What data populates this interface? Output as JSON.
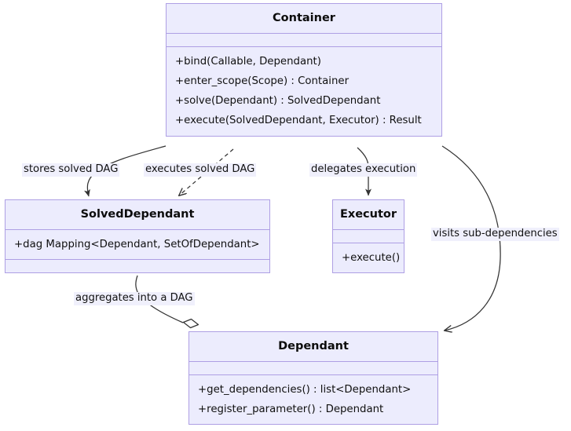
{
  "diagram": {
    "kind": "uml-class-diagram",
    "colors": {
      "node_fill": "#ececfd",
      "node_border": "#ae9fe4",
      "edge_stroke": "#333333",
      "label_background": "#f0f0fc",
      "text": "#111111",
      "page_background": "#ffffff"
    },
    "classes": [
      {
        "id": "container",
        "name": "Container",
        "attributes": [],
        "methods": [
          "+bind(Callable, Dependant)",
          "+enter_scope(Scope) : Container",
          "+solve(Dependant) : SolvedDependant",
          "+execute(SolvedDependant, Executor) : Result"
        ]
      },
      {
        "id": "solveddependant",
        "name": "SolvedDependant",
        "attributes": [
          "+dag Mapping<Dependant, SetOfDependant>"
        ],
        "methods": []
      },
      {
        "id": "executor",
        "name": "Executor",
        "attributes": [],
        "methods": [
          "+execute()"
        ]
      },
      {
        "id": "dependant",
        "name": "Dependant",
        "attributes": [],
        "methods": [
          "+get_dependencies() : list<Dependant>",
          "+register_parameter() : Dependant"
        ]
      }
    ],
    "edges": [
      {
        "id": "stores-solved-dag",
        "from": "container",
        "to": "solveddependant",
        "label": "stores solved DAG",
        "style": "solid",
        "arrow": "filled"
      },
      {
        "id": "executes-solved-dag",
        "from": "container",
        "to": "solveddependant",
        "label": "executes solved DAG",
        "style": "dashed",
        "arrow": "open"
      },
      {
        "id": "delegates-execution",
        "from": "container",
        "to": "executor",
        "label": "delegates execution",
        "style": "solid",
        "arrow": "filled"
      },
      {
        "id": "visits-sub-dependencies",
        "from": "container",
        "to": "dependant",
        "label": "visits sub-dependencies",
        "style": "solid",
        "arrow": "open"
      },
      {
        "id": "aggregates-into-a-dag",
        "from": "solveddependant",
        "to": "dependant",
        "label": "aggregates into a DAG",
        "style": "solid",
        "arrow": "hollow-diamond"
      }
    ]
  }
}
